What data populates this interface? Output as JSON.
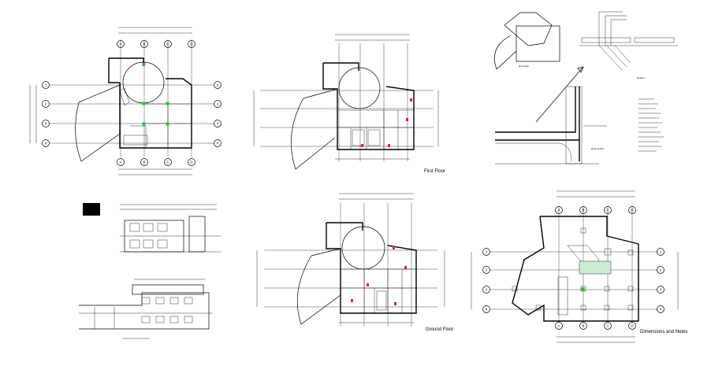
{
  "drawing": {
    "labels": {
      "first_floor": "First Floor",
      "ground_floor": "Ground Floor",
      "dimensions_footer": "Dimensions and Notes",
      "roof_plan": "Roof plan",
      "roof_section": "Roof section",
      "section_detail": "Section detail",
      "detail_tag": "Detail 1"
    },
    "grid_letters": [
      "A",
      "B",
      "C",
      "D"
    ],
    "grid_numbers": [
      "1",
      "2",
      "3",
      "4"
    ],
    "colors": {
      "line": "#000000",
      "column_marker": "#1fc61f",
      "door_marker": "#e3242b",
      "background": "#ffffff"
    }
  }
}
